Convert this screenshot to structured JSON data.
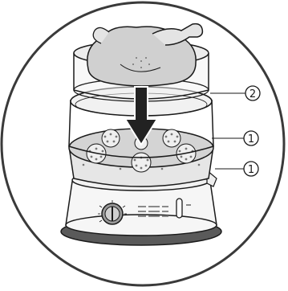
{
  "callouts": [
    {
      "id": "upper-basket",
      "number": "2"
    },
    {
      "id": "middle-basket",
      "number": "1"
    },
    {
      "id": "base-ring",
      "number": "1"
    }
  ],
  "colors": {
    "stroke": "#1a1a1a",
    "outer_circle": "#3a3a3a",
    "basket_fill": "#e8e8e8",
    "tray_fill": "#d4d4d4",
    "base_fill": "#f6f6f6",
    "foot_fill": "#5a5a5a",
    "arrow_fill": "#222222",
    "chicken_fill": "#d0d0d0"
  },
  "icons": {
    "food": "roast-chicken-icon",
    "direction": "down-arrow-icon",
    "control": "timer-dial-icon"
  }
}
